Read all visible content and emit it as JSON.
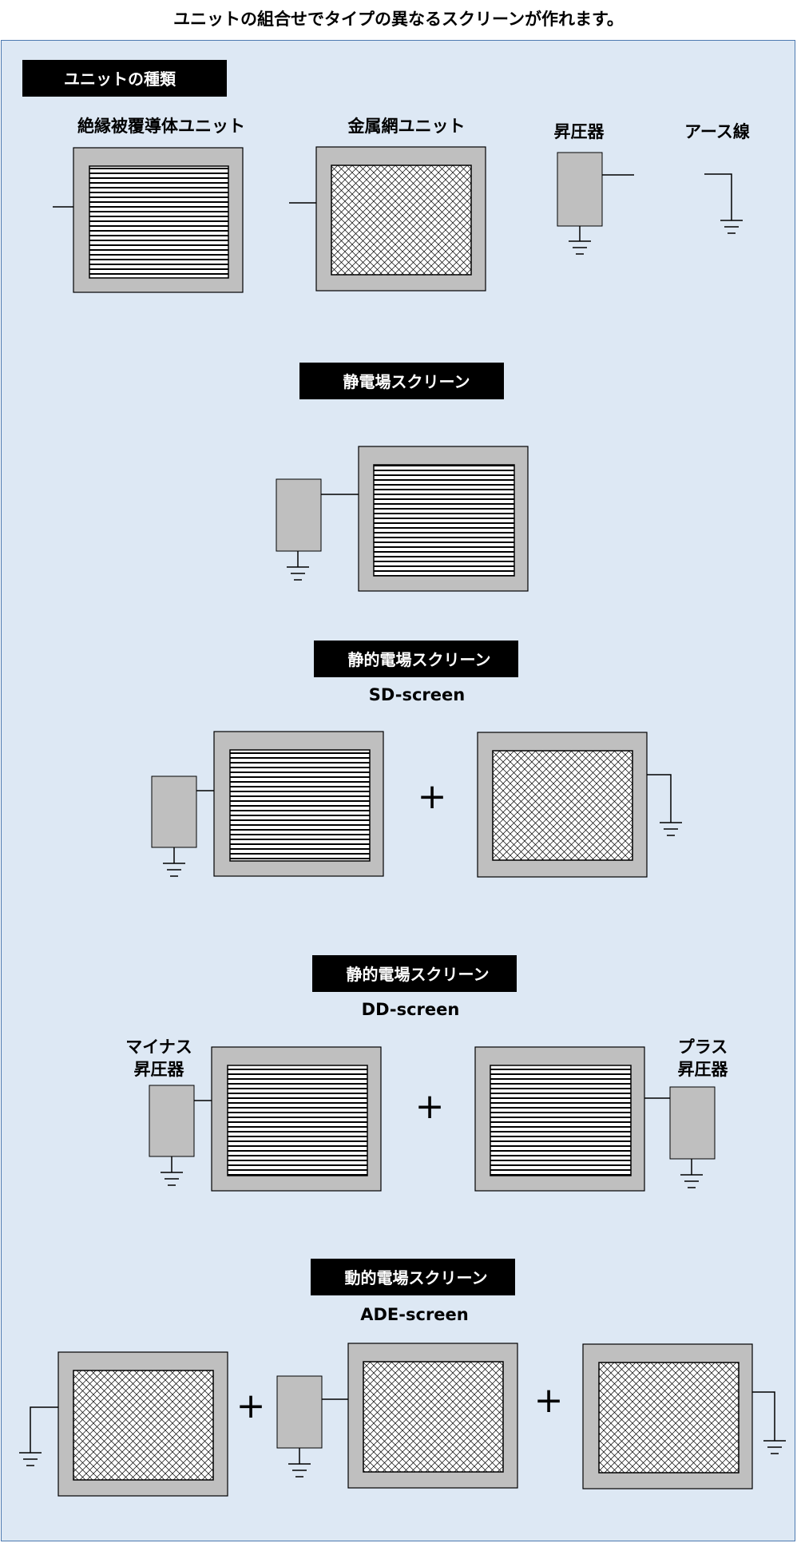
{
  "page_title": "ユニットの組合せでタイプの異なるスクリーンが作れます。",
  "sections": {
    "unit_types": {
      "heading": "ユニットの種類",
      "labels": {
        "insulated_unit": "絶縁被覆導体ユニット",
        "mesh_unit": "金属網ユニット",
        "transformer": "昇圧器",
        "earth_wire": "アース線"
      }
    },
    "electrostatic": {
      "heading": "静電場スクリーン"
    },
    "sd": {
      "heading": "静的電場スクリーン",
      "subheading": "SD-screen",
      "plus": "+"
    },
    "dd": {
      "heading": "静的電場スクリーン",
      "subheading": "DD-screen",
      "plus": "+",
      "minus_label_line1": "マイナス",
      "minus_label_line2": "昇圧器",
      "plus_label_line1": "プラス",
      "plus_label_line2": "昇圧器"
    },
    "ade": {
      "heading": "動的電場スクリーン",
      "subheading": "ADE-screen",
      "plus1": "+",
      "plus2": "+"
    }
  },
  "colors": {
    "panel_bg": "#dde8f4",
    "panel_border": "#4d79b0",
    "unit_frame": "#bfbfbf",
    "transformer_fill": "#bfbfbf",
    "heading_bg": "#000000",
    "heading_text": "#ffffff"
  }
}
